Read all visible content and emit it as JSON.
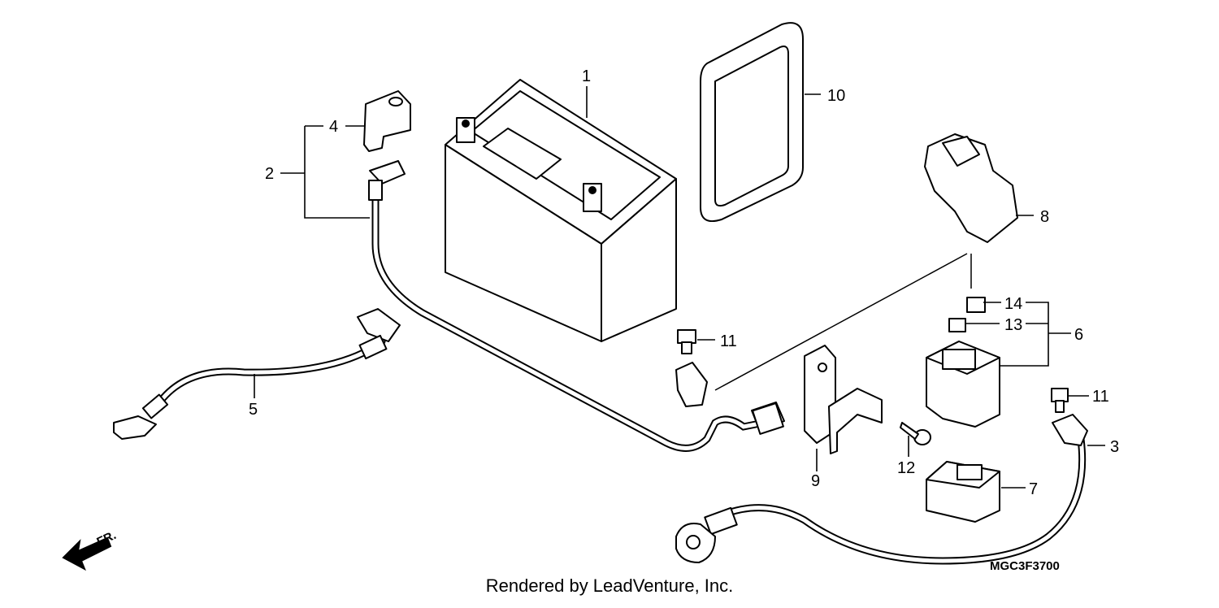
{
  "callouts": {
    "c1": "1",
    "c2": "2",
    "c3": "3",
    "c4": "4",
    "c5": "5",
    "c6": "6",
    "c7": "7",
    "c8": "8",
    "c9": "9",
    "c10": "10",
    "c11a": "11",
    "c11b": "11",
    "c12": "12",
    "c13": "13",
    "c14": "14"
  },
  "direction_label": "FR.",
  "catalog_code": "MGC3F3700",
  "footer_text": "Rendered by LeadVenture, Inc."
}
